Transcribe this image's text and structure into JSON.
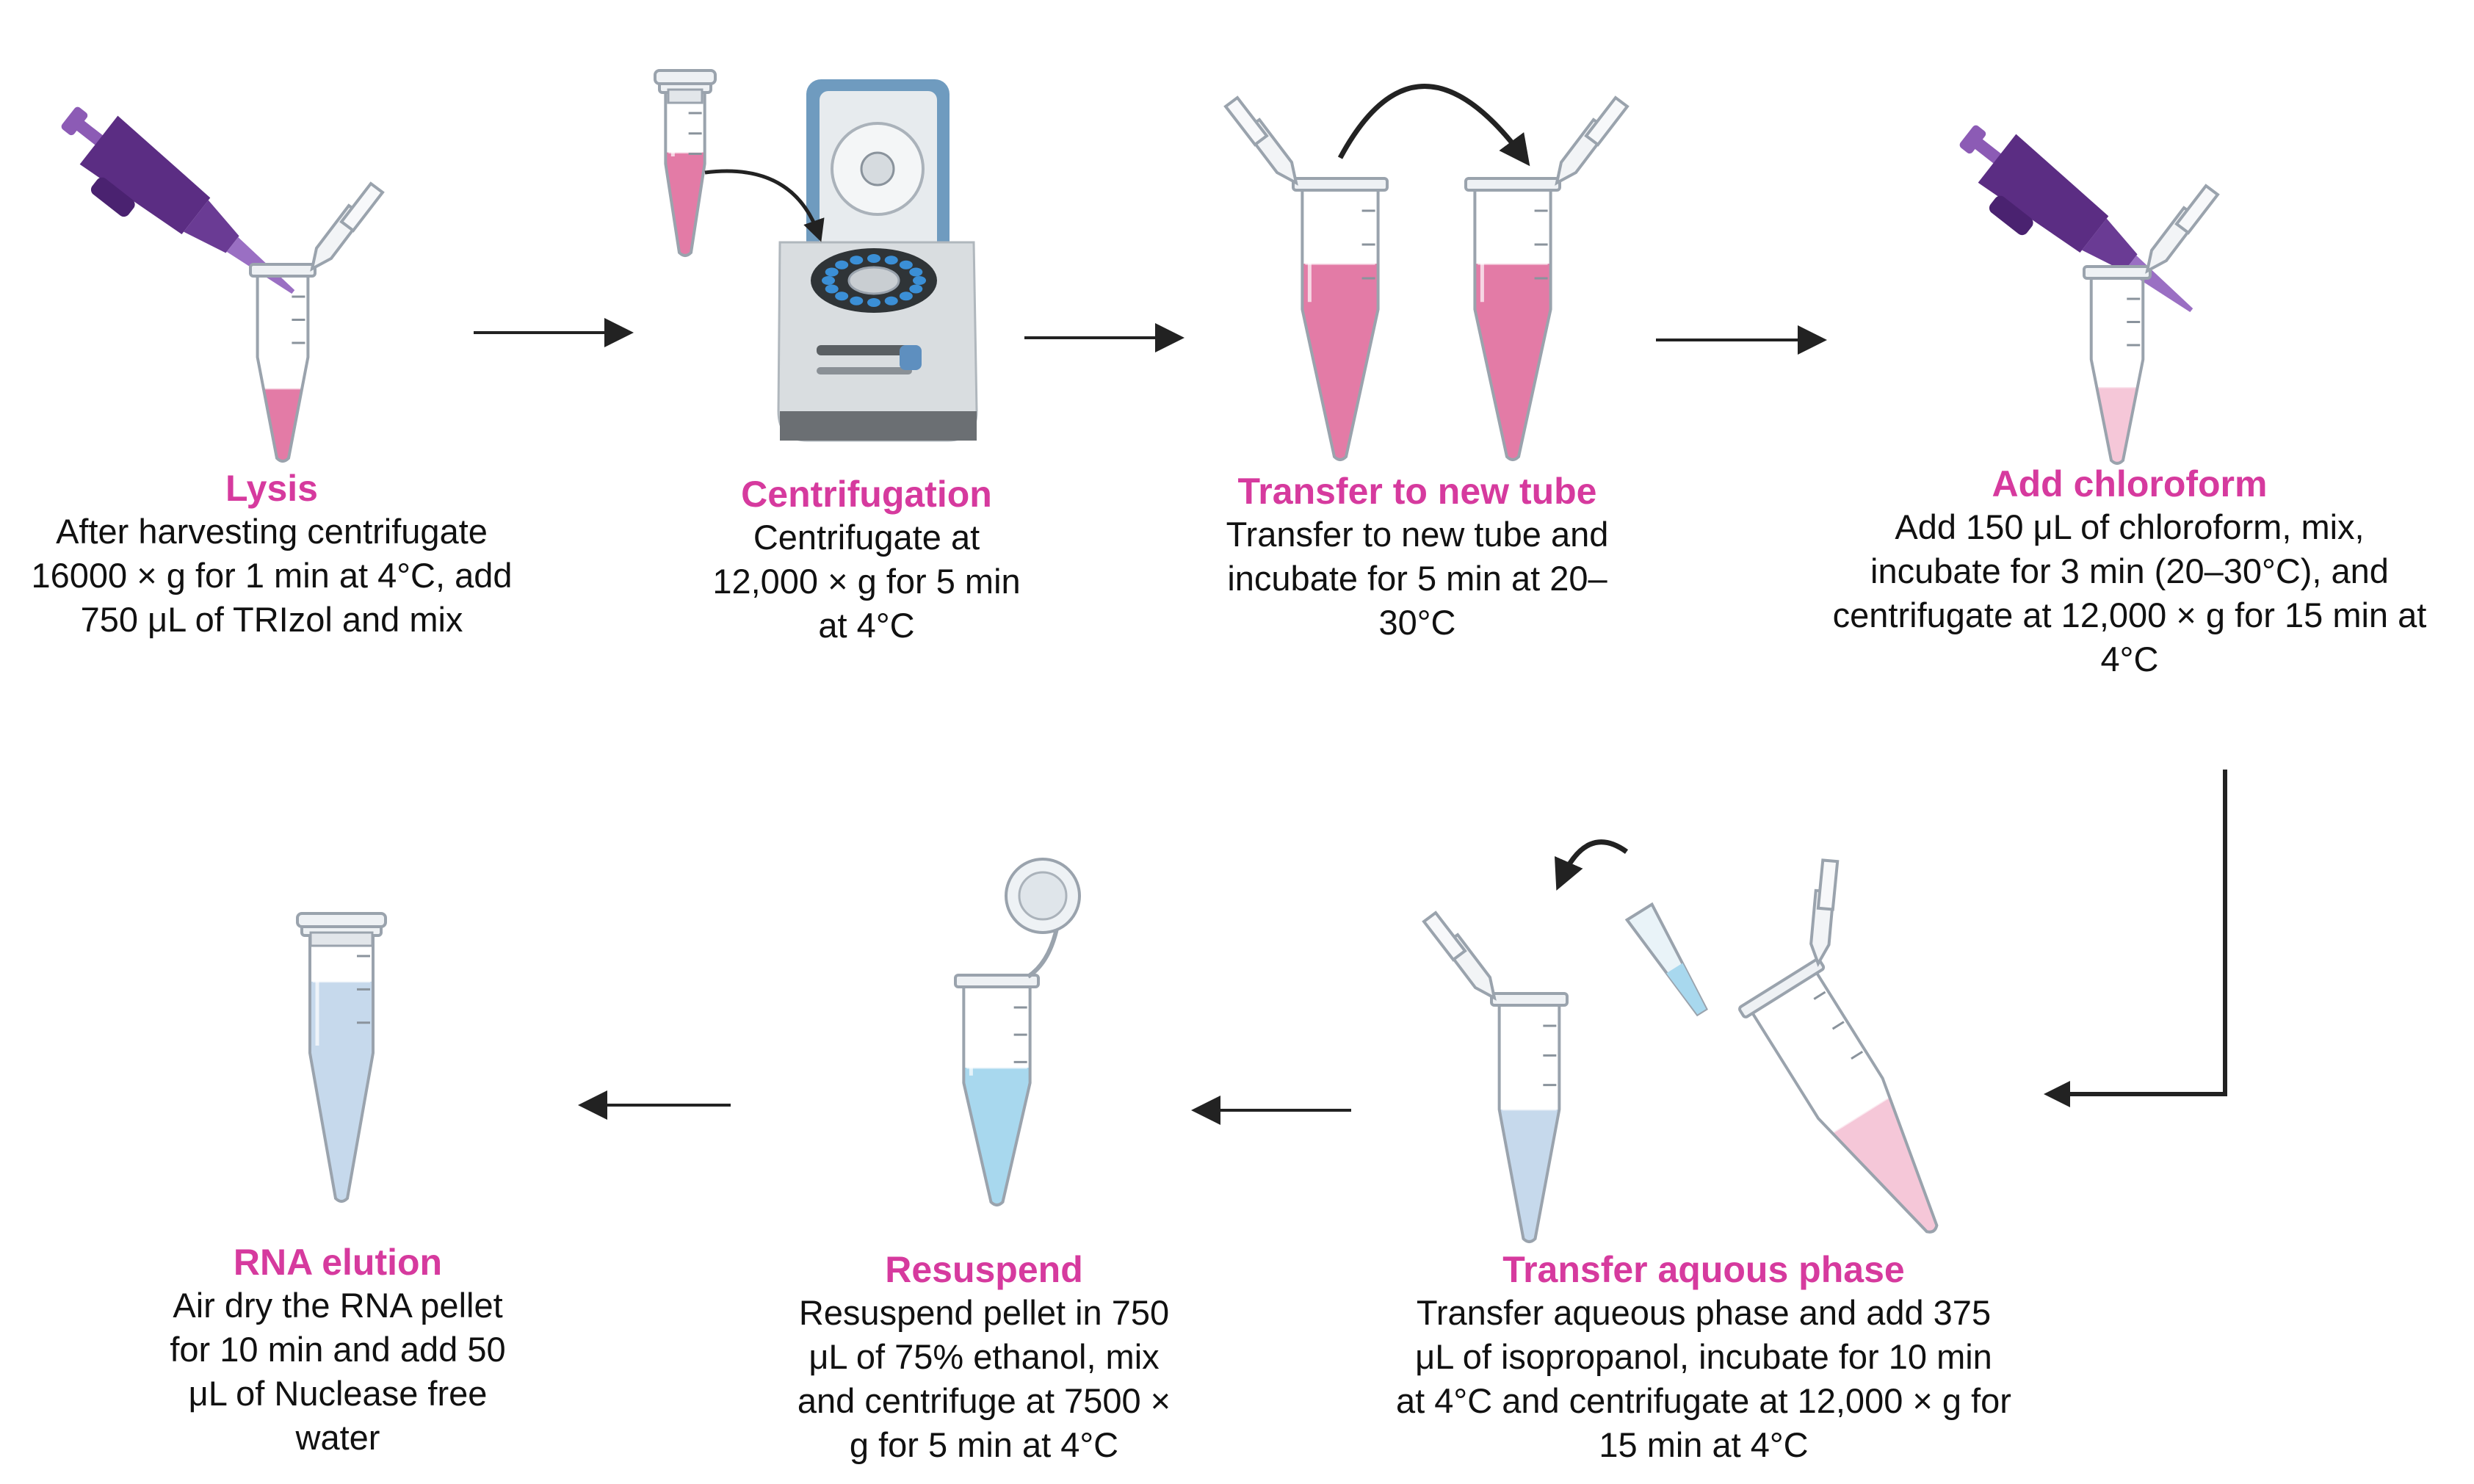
{
  "colors": {
    "title": "#d63a9e",
    "text": "#111111",
    "pipette": "#5b2d83",
    "pink_liquid": "#e37ba6",
    "light_pink_liquid": "#f5c7d8",
    "blue_liquid": "#c6d9ec",
    "ethanol_liquid": "#a8d8ee",
    "centrifuge_lid": "#6f9bbf",
    "arrow": "#222222"
  },
  "steps": [
    {
      "title": "Lysis",
      "desc": [
        "After harvesting centrifugate",
        "16000 × g for 1 min at 4°C, add",
        "750 μL of TRIzol and mix"
      ]
    },
    {
      "title": "Centrifugation",
      "desc": [
        "Centrifugate at",
        "12,000 × g for 5 min",
        "at 4°C"
      ]
    },
    {
      "title": "Transfer to new tube",
      "desc": [
        "Transfer to new tube and",
        "incubate for 5 min at 20–",
        "30°C"
      ]
    },
    {
      "title": "Add chloroform",
      "desc": [
        "Add 150 μL of chloroform, mix,",
        "incubate for 3 min (20–30°C), and",
        "centrifugate at 12,000 × g for 15 min at",
        "4°C"
      ]
    },
    {
      "title": "Transfer aquous phase",
      "desc": [
        "Transfer aqueous phase and add 375",
        "μL of isopropanol, incubate for 10 min",
        "at 4°C and centrifugate at 12,000 × g for",
        "15 min at 4°C"
      ]
    },
    {
      "title": "Resuspend",
      "desc": [
        "Resuspend pellet in 750",
        "μL of 75% ethanol, mix",
        "and centrifuge at 7500 ×",
        "g for 5 min at 4°C"
      ]
    },
    {
      "title": "RNA elution",
      "desc": [
        "Air dry the RNA pellet",
        "for 10 min and add 50",
        "μL of Nuclease free",
        "water"
      ]
    }
  ],
  "icons": {
    "pipette": "pipette-icon",
    "tube": "microcentrifuge-tube-icon",
    "centrifuge": "centrifuge-icon",
    "arrow": "arrow-icon"
  }
}
